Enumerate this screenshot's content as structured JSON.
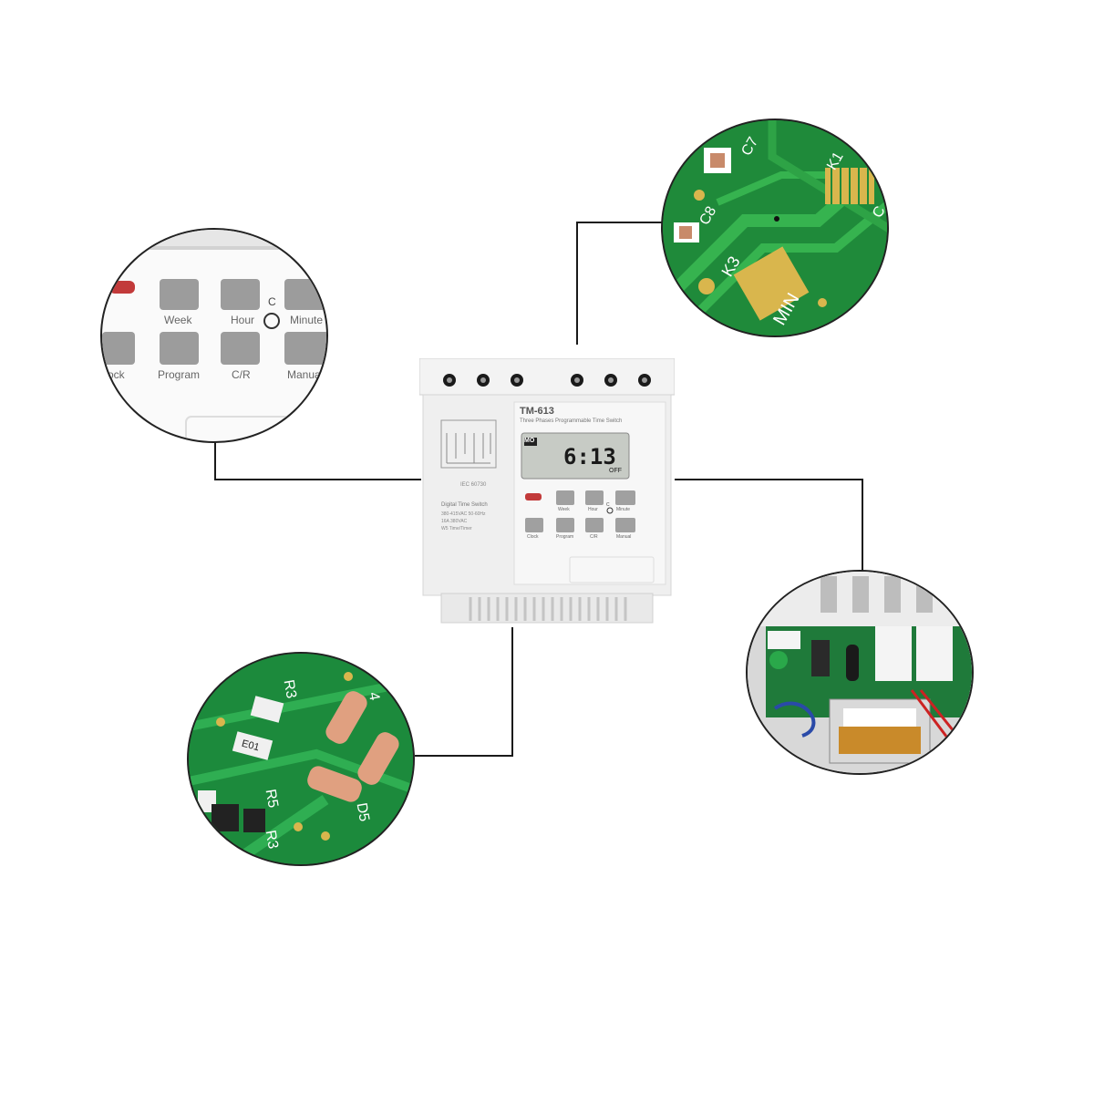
{
  "device": {
    "model": "TM-613",
    "subtitle": "Three Phases Programmable Time Switch",
    "lcd_day": "MO",
    "lcd_time": "6:13",
    "lcd_status": "OFF",
    "left_title": "Digital Time Switch",
    "cert": "IEC 60730",
    "spec_lines": [
      "380-415VAC 50-60Hz",
      "16A 380VAC",
      "W5 Time/Timer"
    ],
    "buttons_row1": [
      "Week",
      "Hour",
      "Minute"
    ],
    "buttons_row2": [
      "Clock",
      "Program",
      "C/R",
      "Manual"
    ],
    "c_label": "C"
  },
  "zoom_buttons": {
    "row1": [
      "Week",
      "Hour",
      "Minute"
    ],
    "row2": [
      "ock",
      "Program",
      "C/R",
      "Manua"
    ],
    "c_label": "C"
  },
  "pcb_top_labels": [
    "C7",
    "K1",
    "C8",
    "K3",
    "MIN",
    "C"
  ],
  "pcb_bottom_labels": [
    "R3",
    "E01",
    "R5",
    "D5",
    "R3",
    "4"
  ],
  "colors": {
    "pcb_green": "#1f8a3a",
    "trace_green": "#36b34f",
    "solder_gold": "#d9b64d",
    "device_body": "#eeeeee",
    "lcd": "#c7cbc5"
  }
}
